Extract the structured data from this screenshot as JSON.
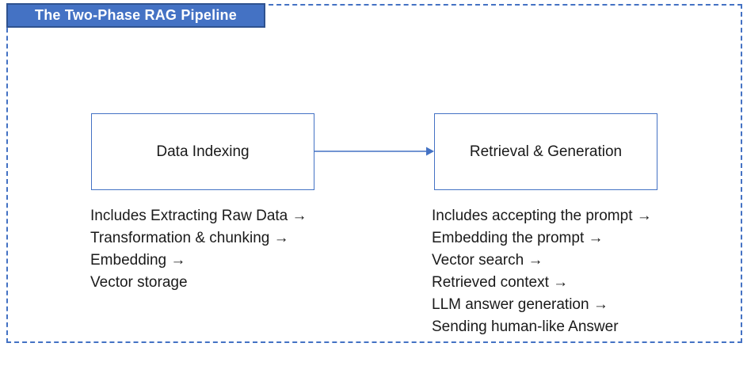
{
  "title": "The Two-Phase RAG Pipeline",
  "colors": {
    "accent": "#4472C4",
    "title_bar_fill": "#4472C4",
    "title_bar_border": "#2F528F",
    "title_text": "#FFFFFF",
    "body_text": "#1A1A1A",
    "background": "#FFFFFF"
  },
  "connector": {
    "icon": "arrow-right-icon",
    "from": "Data Indexing",
    "to": "Retrieval & Generation"
  },
  "phases": [
    {
      "label": "Data Indexing",
      "steps": [
        "Includes Extracting Raw Data →",
        "Transformation & chunking →",
        "Embedding →",
        "Vector storage"
      ]
    },
    {
      "label": "Retrieval & Generation",
      "steps": [
        "Includes accepting the prompt →",
        "Embedding the prompt →",
        "Vector search →",
        "Retrieved context →",
        "LLM answer generation →",
        "Sending human-like Answer"
      ]
    }
  ]
}
